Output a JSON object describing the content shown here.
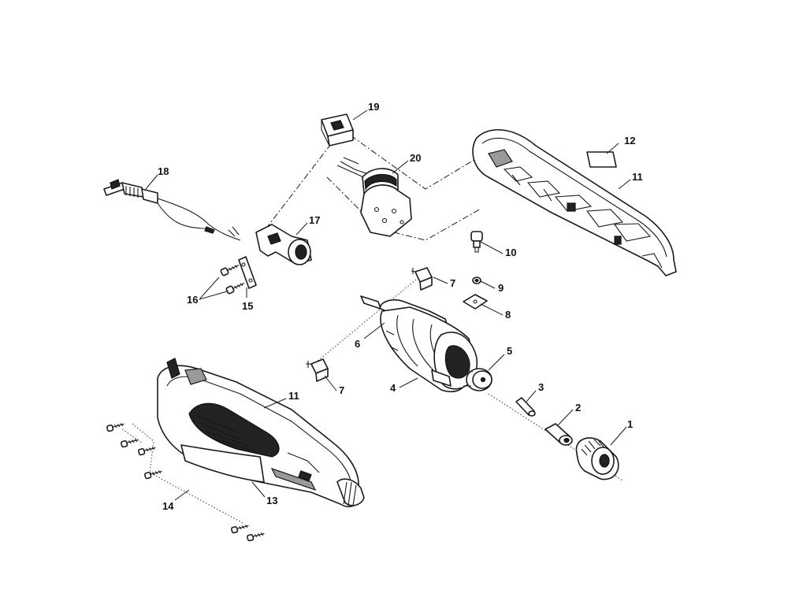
{
  "callouts": {
    "c1": "1",
    "c2": "2",
    "c3": "3",
    "c4": "4",
    "c5": "5",
    "c6": "6",
    "c7a": "7",
    "c7b": "7",
    "c8": "8",
    "c9": "9",
    "c10": "10",
    "c11a": "11",
    "c11b": "11",
    "c12": "12",
    "c13": "13",
    "c14": "14",
    "c15": "15",
    "c16": "16",
    "c17": "17",
    "c18": "18",
    "c19": "19",
    "c20": "20"
  }
}
